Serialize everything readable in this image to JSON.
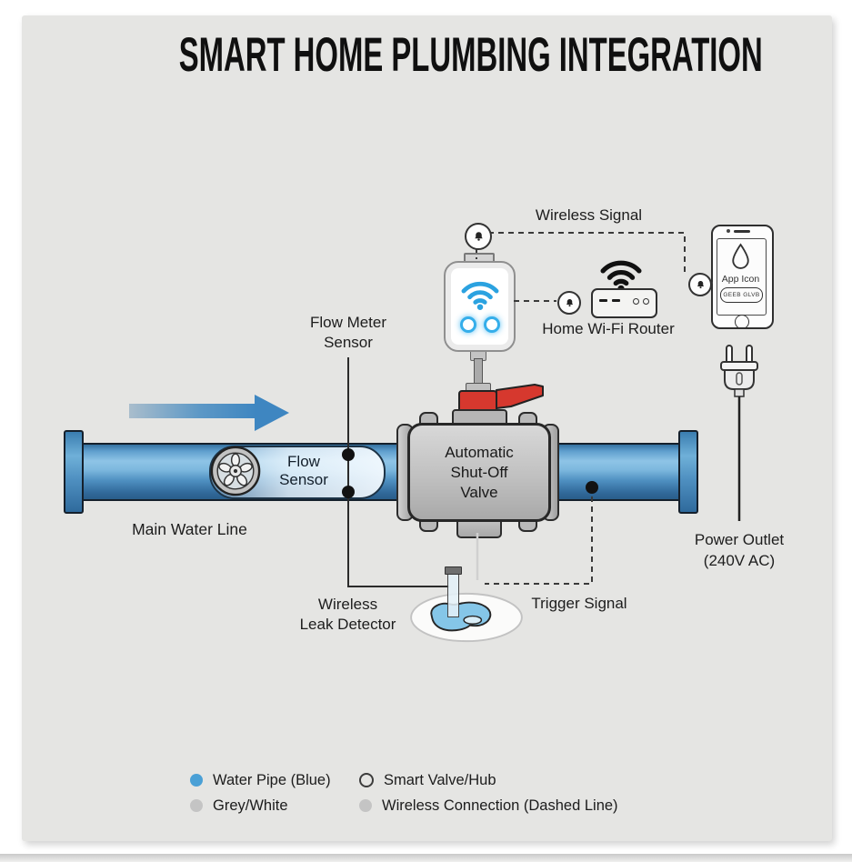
{
  "title": "SMART HOME PLUMBING INTEGRATION",
  "labels": {
    "wireless_signal": "Wireless Signal",
    "home_wifi_router": "Home Wi-Fi Router",
    "flow_meter_line1": "Flow Meter",
    "flow_meter_line2": "Sensor",
    "flow_sensor_line1": "Flow",
    "flow_sensor_line2": "Sensor",
    "valve_line1": "Automatic",
    "valve_line2": "Shut-Off",
    "valve_line3": "Valve",
    "main_water_line": "Main Water Line",
    "wireless_leak_line1": "Wireless",
    "wireless_leak_line2": "Leak Detector",
    "trigger_signal": "Trigger Signal",
    "power_outlet_line1": "Power Outlet",
    "power_outlet_line2": "(240V AC)"
  },
  "phone": {
    "app_icon_label": "App Icon",
    "app_button_label": "GEEB GLVB"
  },
  "legend": {
    "items": [
      {
        "label": "Water Pipe (Blue)",
        "marker": "blue-dot"
      },
      {
        "label": "Smart Valve/Hub",
        "marker": "open-circle"
      },
      {
        "label": "Grey/White",
        "marker": "grey-dot"
      },
      {
        "label": "Wireless Connection (Dashed Line)",
        "marker": "grey-dot"
      }
    ]
  },
  "icons": {
    "hub_wifi": "wifi-arcs",
    "router_wifi": "wifi-arcs",
    "signal_nodes": "bell",
    "app": "water-droplet",
    "flow_sensor": "turbine-impeller",
    "power": "two-prong-plug",
    "flow_direction": "right-arrow",
    "leak": "water-puddle"
  },
  "colors": {
    "bg_grey": "#e5e5e3",
    "text_dark": "#1d1d1d",
    "outline_navy": "#15202c",
    "pipe_blue": "#4e94c4",
    "arrow_blue": "#3e86c1",
    "handle_red": "#d6382e",
    "wifi_blue": "#2ba2e0",
    "led_blue": "#35aeea",
    "water_blob": "#85c6e8",
    "legend_blue": "#4aa0d6",
    "legend_grey": "#c4c4c4"
  }
}
